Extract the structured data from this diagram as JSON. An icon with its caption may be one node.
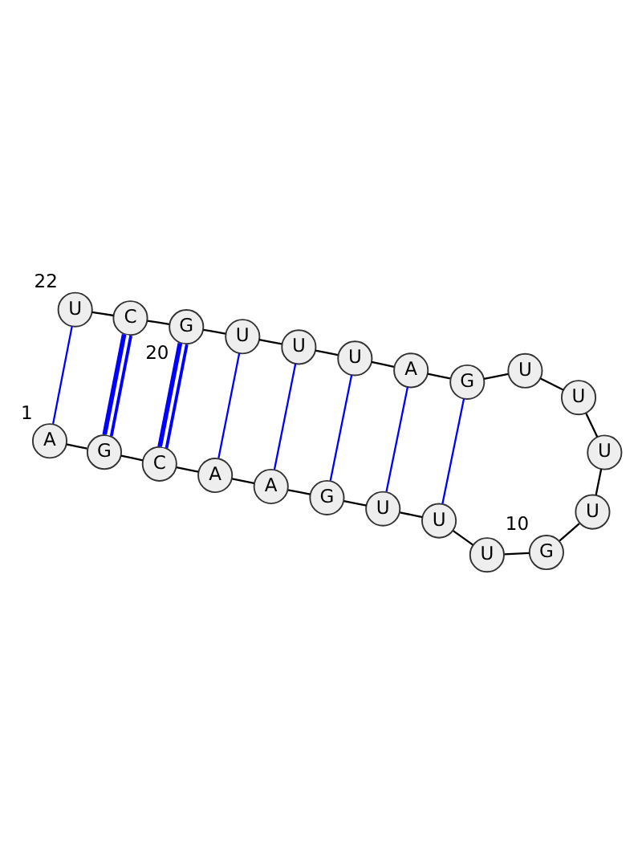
{
  "diagram": {
    "nodes": [
      {
        "text": [
          "A"
        ],
        "beside": [
          "1"
        ]
      },
      {
        "text": [
          "G"
        ]
      },
      {
        "text": [
          "C"
        ]
      },
      {
        "text": [
          "A"
        ]
      },
      {
        "text": [
          "A"
        ]
      },
      {
        "text": [
          "G"
        ]
      },
      {
        "text": [
          "U"
        ]
      },
      {
        "text": [
          "U"
        ]
      },
      {
        "text": [
          "U"
        ]
      },
      {
        "text": [
          "G"
        ],
        "beside": [
          "10"
        ]
      },
      {
        "text": [
          "U"
        ]
      },
      {
        "text": [
          "U"
        ]
      },
      {
        "text": [
          "U"
        ]
      },
      {
        "text": [
          "U"
        ]
      },
      {
        "text": [
          "G"
        ]
      },
      {
        "text": [
          "A"
        ]
      },
      {
        "text": [
          "U"
        ]
      },
      {
        "text": [
          "U"
        ]
      },
      {
        "text": [
          "U"
        ]
      },
      {
        "text": [
          "G"
        ],
        "beside": [
          "20"
        ]
      },
      {
        "text": [
          "C"
        ]
      },
      {
        "text": [
          "U"
        ],
        "beside": [
          "22"
        ]
      }
    ],
    "edges": [
      {
        "from": 0,
        "to": 1,
        "arrow": "none"
      },
      {
        "from": 1,
        "to": 2,
        "arrow": "none"
      },
      {
        "from": 2,
        "to": 3,
        "arrow": "none"
      },
      {
        "from": 3,
        "to": 4,
        "arrow": "none"
      },
      {
        "from": 4,
        "to": 5,
        "arrow": "none"
      },
      {
        "from": 5,
        "to": 6,
        "arrow": "none"
      },
      {
        "from": 6,
        "to": 7,
        "arrow": "none"
      },
      {
        "from": 7,
        "to": 8,
        "arrow": "none"
      },
      {
        "from": 8,
        "to": 9,
        "arrow": "none"
      },
      {
        "from": 9,
        "to": 10,
        "arrow": "none"
      },
      {
        "from": 10,
        "to": 11,
        "arrow": "none"
      },
      {
        "from": 11,
        "to": 12,
        "arrow": "none"
      },
      {
        "from": 12,
        "to": 13,
        "arrow": "none"
      },
      {
        "from": 13,
        "to": 14,
        "arrow": "none"
      },
      {
        "from": 14,
        "to": 15,
        "arrow": "none"
      },
      {
        "from": 15,
        "to": 16,
        "arrow": "none"
      },
      {
        "from": 16,
        "to": 17,
        "arrow": "none"
      },
      {
        "from": 17,
        "to": 18,
        "arrow": "none"
      },
      {
        "from": 18,
        "to": 19,
        "arrow": "none"
      },
      {
        "from": 19,
        "to": 20,
        "arrow": "none"
      },
      {
        "from": 20,
        "to": 21,
        "arrow": "none"
      },
      {
        "from": 0,
        "to": 21,
        "arrow": "none",
        "color": "#0000ff"
      },
      {
        "from": 1,
        "to": 20,
        "arrow": "none",
        "color": "#0000ff",
        "style": "thick"
      },
      {
        "from": 2,
        "to": 19,
        "arrow": "none",
        "color": "#0000ff",
        "style": "thick"
      },
      {
        "from": 3,
        "to": 18,
        "arrow": "none",
        "color": "#0000ff"
      },
      {
        "from": 4,
        "to": 17,
        "arrow": "none",
        "color": "#0000ff"
      },
      {
        "from": 5,
        "to": 16,
        "arrow": "none",
        "color": "#0000ff"
      },
      {
        "from": 6,
        "to": 15,
        "arrow": "none",
        "color": "#0000ff"
      },
      {
        "from": 7,
        "to": 14,
        "arrow": "none",
        "color": "#0000ff"
      }
    ]
  }
}
